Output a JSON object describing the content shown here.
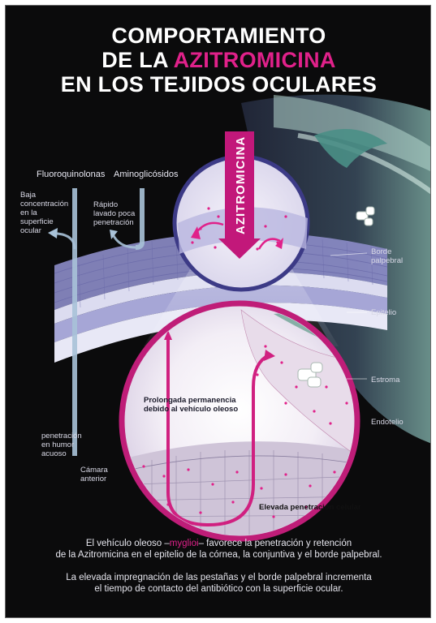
{
  "title": {
    "line1": "COMPORTAMIENTO",
    "line2_pre": "DE LA ",
    "line2_highlight": "AZITROMICINA",
    "line3": "EN LOS TEJIDOS OCULARES"
  },
  "vertical_label": "AZITROMICINA",
  "left_labels": {
    "fluoroquinolonas": "Fluoroquinolonas",
    "aminoglicosidos": "Aminoglicósidos",
    "baja_concentracion": [
      "Baja",
      "concentración",
      "en la",
      "superficie",
      "ocular"
    ],
    "rapido_lavado": [
      "Rápido",
      "lavado poca",
      "penetración"
    ],
    "penetracion_humor": [
      "penetración",
      "en humor",
      "acuoso"
    ],
    "camara_anterior": [
      "Cámara",
      "anterior"
    ]
  },
  "right_labels": {
    "borde_palpebral": [
      "Borde",
      "palpebral"
    ],
    "epitelio": "Epitelio",
    "estroma": "Estroma",
    "endotelio": "Endotelio"
  },
  "inner_labels": {
    "prolongada": [
      "Prolongada permanencia",
      "debido al vehículo oleoso"
    ],
    "elevada": "Elevada penetración celular"
  },
  "footer": {
    "p1_pre": "El vehículo oleoso –",
    "p1_brand": "myglioi",
    "p1_post": "– favorece la penetración y retención",
    "p1_line2": "de la Azitromicina en el epitelio de la córnea, la conjuntiva y el borde palpebral.",
    "p2_line1": "La elevada impregnación de las pestañas y el borde palpebral incrementa",
    "p2_line2": "el tiempo de contacto del antibiótico con la superficie ocular."
  },
  "colors": {
    "accent": "#e0218a",
    "background": "#0b0b0c",
    "cornea": "#7f7fc0",
    "teal": "#6fb7a7"
  }
}
